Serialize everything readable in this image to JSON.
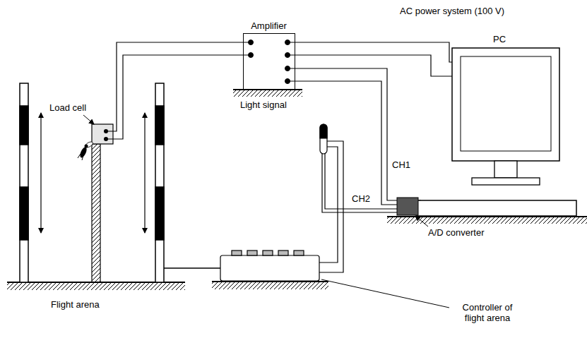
{
  "diagram": {
    "nodes": [
      {
        "text": [
          "Amplifier"
        ]
      },
      {
        "text": [
          "AC power system (100 V)"
        ]
      },
      {
        "text": [
          "PC"
        ]
      }
    ],
    "edges": [
      {
        "from": 1,
        "to": 0,
        "arrow": "none"
      },
      {
        "from": 0,
        "to": 2,
        "label": "CH1",
        "arrow": "none"
      }
    ],
    "labels": [
      "Load cell",
      "Light signal",
      "CH2",
      "A/D converter",
      "Flight arena",
      "Controller of flight arena"
    ]
  }
}
